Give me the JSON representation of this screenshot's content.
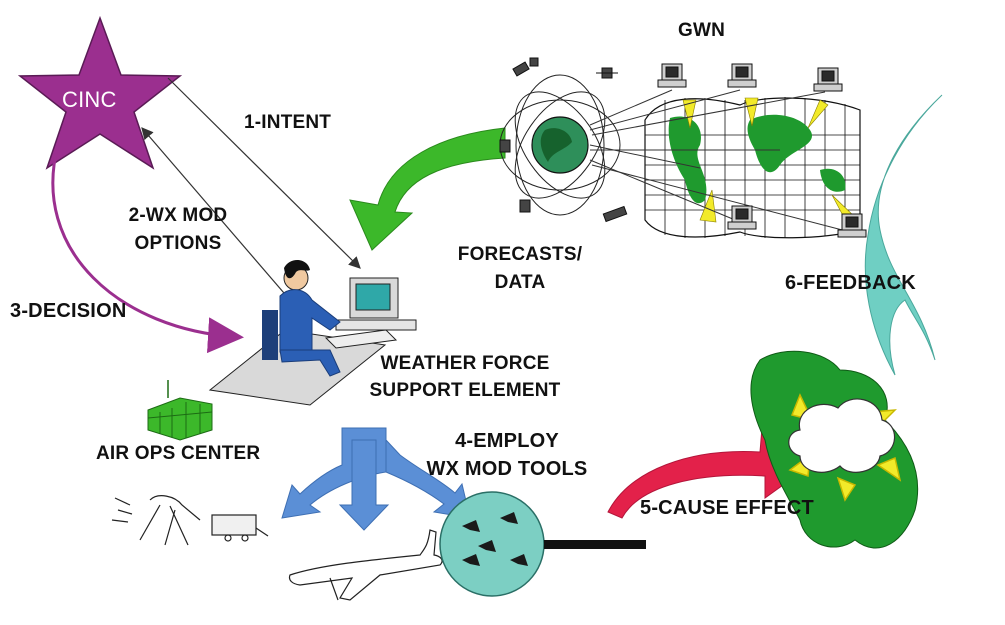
{
  "labels": {
    "cinc": "CINC",
    "gwn": "GWN",
    "intent": "1-INTENT",
    "wx_mod_options_1": "2-WX MOD",
    "wx_mod_options_2": "OPTIONS",
    "decision": "3-DECISION",
    "forecasts_1": "FORECASTS/",
    "forecasts_2": "DATA",
    "feedback": "6-FEEDBACK",
    "wfse_1": "WEATHER FORCE",
    "wfse_2": "SUPPORT ELEMENT",
    "air_ops": "AIR OPS CENTER",
    "employ_1": "4-EMPLOY",
    "employ_2": "WX MOD TOOLS",
    "cause_effect": "5-CAUSE EFFECT"
  },
  "colors": {
    "star": "#9b2f8f",
    "decision_arrow": "#9b2f8f",
    "forecast_arrow": "#3cb82a",
    "feedback_arrow": "#6fcfc3",
    "employ_arrows": "#5b8fd6",
    "cause_arrow": "#e3214a",
    "land": "#1f9a2e",
    "tools_circle": "#7ccfc3",
    "operator": "#2b5fb5"
  }
}
